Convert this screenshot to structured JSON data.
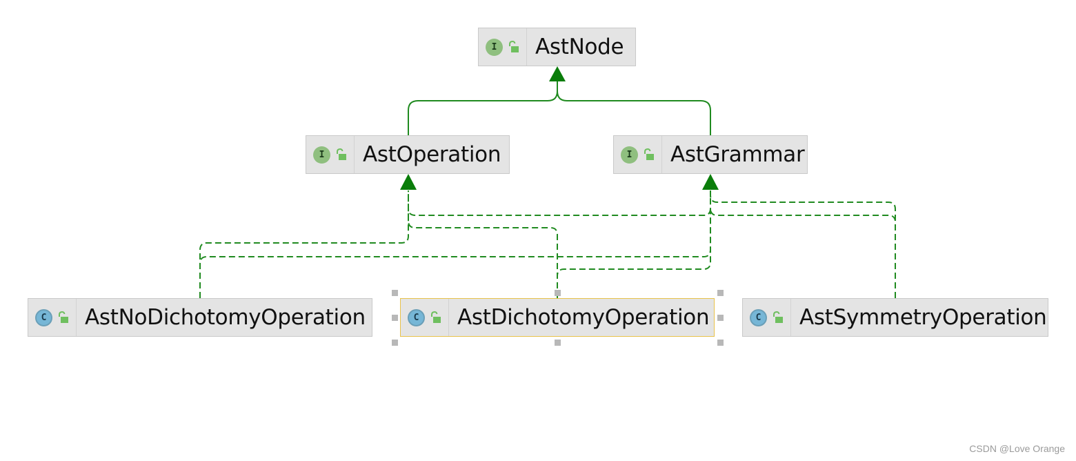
{
  "nodes": {
    "ast_node": {
      "label": "AstNode",
      "kind_badge": "I",
      "kind": "interface"
    },
    "ast_operation": {
      "label": "AstOperation",
      "kind_badge": "I",
      "kind": "interface"
    },
    "ast_grammar": {
      "label": "AstGrammar",
      "kind_badge": "I",
      "kind": "interface"
    },
    "ast_no_dichotomy_operation": {
      "label": "AstNoDichotomyOperation",
      "kind_badge": "C",
      "kind": "class"
    },
    "ast_dichotomy_operation": {
      "label": "AstDichotomyOperation",
      "kind_badge": "C",
      "kind": "class",
      "selected": true
    },
    "ast_symmetry_operation": {
      "label": "AstSymmetryOperation",
      "kind_badge": "C",
      "kind": "class"
    }
  },
  "edges": [
    {
      "from": "AstOperation",
      "to": "AstNode",
      "type": "extends"
    },
    {
      "from": "AstGrammar",
      "to": "AstNode",
      "type": "extends"
    },
    {
      "from": "AstNoDichotomyOperation",
      "to": "AstOperation",
      "type": "implements"
    },
    {
      "from": "AstNoDichotomyOperation",
      "to": "AstGrammar",
      "type": "implements"
    },
    {
      "from": "AstDichotomyOperation",
      "to": "AstOperation",
      "type": "implements"
    },
    {
      "from": "AstDichotomyOperation",
      "to": "AstGrammar",
      "type": "implements"
    },
    {
      "from": "AstSymmetryOperation",
      "to": "AstOperation",
      "type": "implements"
    },
    {
      "from": "AstSymmetryOperation",
      "to": "AstGrammar",
      "type": "implements"
    }
  ],
  "colors": {
    "edge": "#1f8a1f",
    "arrowhead": "#0a7d0a",
    "interface_badge": "#8fbf7f",
    "class_badge": "#76b6d6",
    "lock": "#6fbf5f",
    "selection": "#e8c24a"
  },
  "icons": {
    "visibility": "open-lock-icon"
  },
  "watermark": "CSDN @Love Orange"
}
